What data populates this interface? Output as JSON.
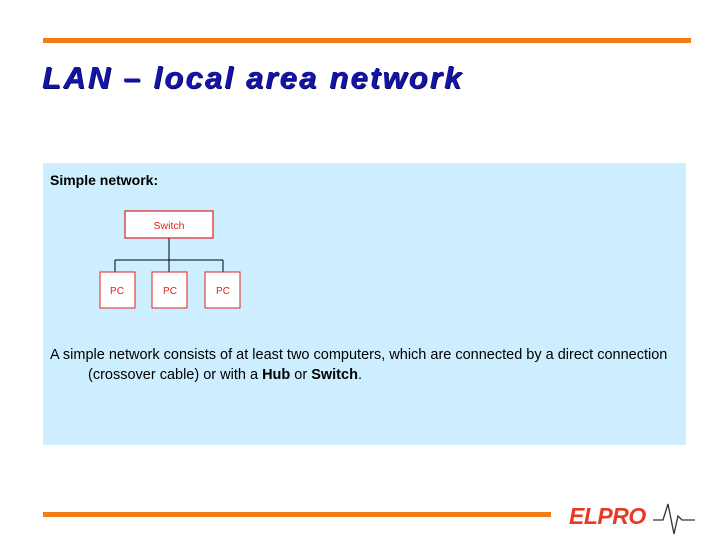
{
  "slide": {
    "title": "LAN – local area network",
    "heading": "Simple network:",
    "description": {
      "part1": "A simple network consists of at least two computers, which are connected by a direct connection (crossover cable) or with a ",
      "hub": "Hub",
      "part2": " or ",
      "switch": "Switch",
      "part3": "."
    }
  },
  "diagram": {
    "switch_label": "Switch",
    "pc_labels": [
      "PC",
      "PC",
      "PC"
    ]
  },
  "logo": {
    "text": "ELPRO"
  },
  "colors": {
    "accent_orange": "#f07e14",
    "title_blue": "#1414a8",
    "panel_bg": "#cceeff",
    "diagram_red": "#e02020",
    "logo_red": "#e63a24"
  }
}
